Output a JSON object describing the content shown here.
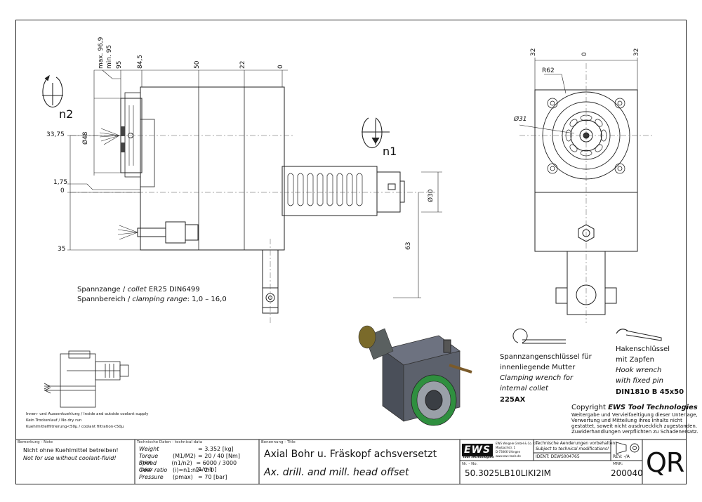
{
  "dims": {
    "max969": "max. 96,9",
    "min95": "min. 95",
    "d95": "95",
    "d845": "84,5",
    "d50": "50",
    "d22": "22",
    "d0": "0",
    "d3375": "33,75",
    "d175": "1,75",
    "d0b": "0",
    "d35": "35",
    "d48": "Ø48",
    "d30": "Ø30",
    "d63": "63",
    "n1": "n1",
    "n2": "n2",
    "right_32a": "32",
    "right_0": "0",
    "right_32b": "32",
    "r62": "R62",
    "d31": "Ø31"
  },
  "collet": {
    "line1_a": "Spannzange /",
    "line1_b": "collet",
    "line1_c": "ER25    DIN6499",
    "line2_a": "Spannbereich /",
    "line2_b": "clamping range",
    "line2_c": ": 1,0 – 16,0"
  },
  "coolant": {
    "line1": "Innen- und Aussenkuehlung / Inside and outside coolant supply",
    "line2": "Kein Trockenlauf / No dry run",
    "line3": "Kuehlmittelfiltrierung<50µ / coolant filtration<50µ"
  },
  "wrench1": {
    "l1": "Spannzangenschlüssel für",
    "l2": "innenliegende Mutter",
    "l3": "Clamping wrench for",
    "l4": "internal collet",
    "l5": "225AX"
  },
  "wrench2": {
    "l1": "Hakenschlüssel",
    "l2": "mit Zapfen",
    "l3": "Hook wrench",
    "l4": "with fixed pin",
    "l5": "DIN1810 B 45x50"
  },
  "copyright": {
    "title_a": "Copyright",
    "title_b": "EWS Tool Technologies",
    "l1": "Weitergabe und Vervielfaeltigung dieser Unterlage,",
    "l2": "Verwertung und Mitteilung ihres Inhalts nicht",
    "l3": "gestattet, soweit nicht ausdruecklich zugestanden.",
    "l4": "Zuwiderhandlungen verpflichten zu Schadenersatz."
  },
  "titleblock": {
    "note_label": "Bemerkung - Note",
    "note1": "Nicht ohne Kuehlmittel betreiben!",
    "note2": "Not for use without coolant-fluid!",
    "tech_label": "Technische Daten - technical data",
    "rows": [
      {
        "label": "Weight",
        "param": "",
        "value": "=  3.352 [kg]"
      },
      {
        "label": "Torque max.",
        "param": "(M1/M2)",
        "value": "=  20 / 40 [Nm]"
      },
      {
        "label": "Speed max.",
        "param": "(n1/n2)",
        "value": "=  6000 / 3000 [1/min]"
      },
      {
        "label": "Gear ratio",
        "param": "(i)=n1:n2",
        "value": "=  2:1"
      },
      {
        "label": "Pressure",
        "param": "(pmax)",
        "value": "=  70 [bar]"
      }
    ],
    "name_label": "Benennung - Title",
    "title_de": "Axial Bohr u. Fräskopf achsversetzt",
    "title_en": "Ax. drill. and mill. head offset",
    "logo": "EWS",
    "logo_sub": "Tool Technologies",
    "company1": "EWS Weigele GmbH & Co. KG",
    "company2": "Maybachstr. 1",
    "company3": "D-73066 Uhingen",
    "company4": "www.ews-tools.de",
    "notice1": "Technische Aenderungen vorbehalten!",
    "notice2": "Subject to technical modifications!",
    "ident": "IDENT:  DEWS004765",
    "rev": "REV:  -/A",
    "nr_label": "Nr. - No.",
    "part_no": "50.3025LB10LIKI2IM",
    "mnr_label": "MNR:",
    "mnr": "200040",
    "qr": "QR"
  }
}
